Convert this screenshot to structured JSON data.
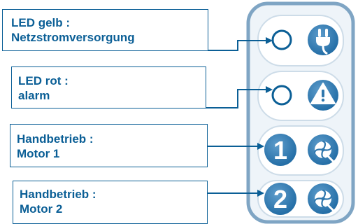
{
  "labels": [
    {
      "line1": "LED gelb :",
      "line2": "Netzstromversorgung"
    },
    {
      "line1": "LED rot :",
      "line2": "alarm"
    },
    {
      "line1": "Handbetrieb :",
      "line2": "Motor 1"
    },
    {
      "line1": "Handbetrieb :",
      "line2": "Motor 2"
    }
  ],
  "panel": {
    "button_1_number": "1",
    "button_2_number": "2",
    "icons": [
      "power-plug-icon",
      "warning-triangle-icon",
      "fan-icon",
      "fan-icon"
    ]
  },
  "colors": {
    "primary_blue": "#0b5f96",
    "button_blue": "#2f77ad",
    "panel_fill": "#f1f6fa",
    "panel_border": "#7fa5c4"
  }
}
